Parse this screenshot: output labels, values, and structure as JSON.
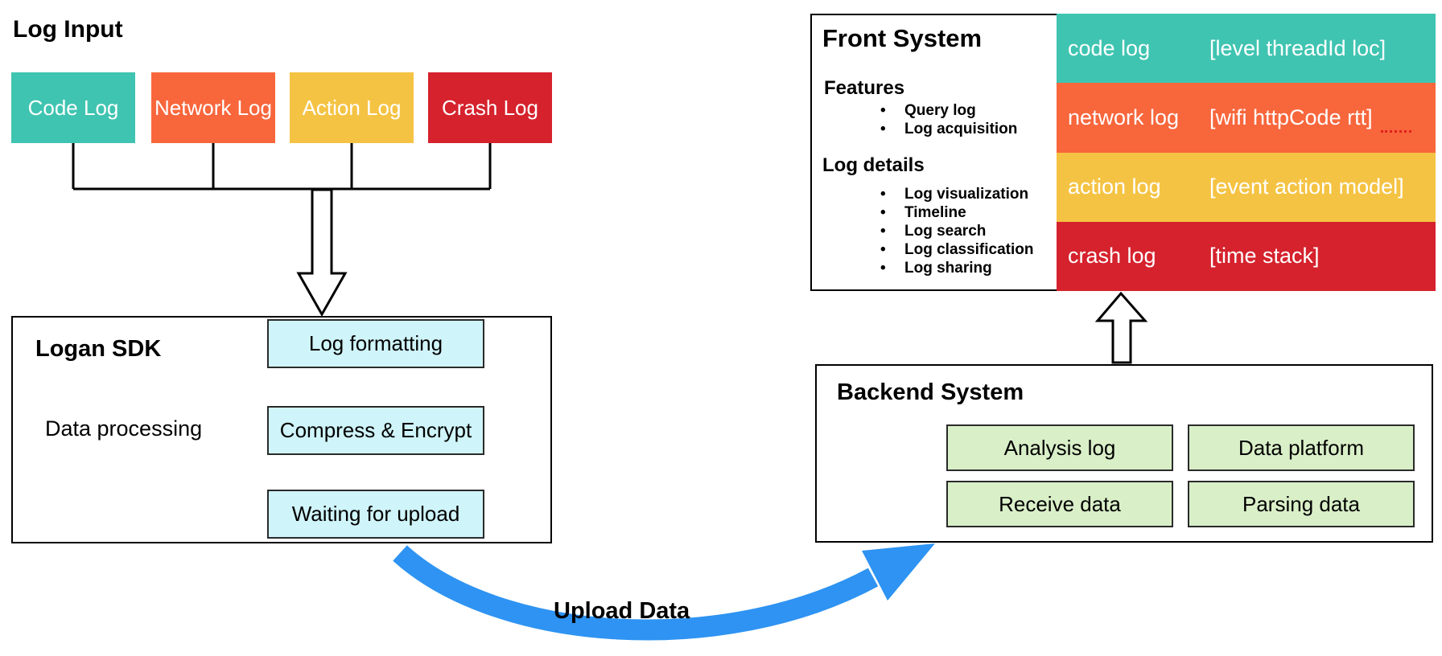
{
  "log_input": {
    "title": "Log Input",
    "boxes": [
      {
        "label": "Code Log",
        "color": "#3FC4B1"
      },
      {
        "label": "Network Log",
        "color": "#F8663C"
      },
      {
        "label": "Action Log",
        "color": "#F5C343"
      },
      {
        "label": "Crash Log",
        "color": "#D5222D"
      }
    ]
  },
  "logan_sdk": {
    "title": "Logan SDK",
    "side_label": "Data processing",
    "steps": [
      "Log formatting",
      "Compress & Encrypt",
      "Waiting for upload"
    ],
    "step_bg": "#CFF4F9"
  },
  "front_system": {
    "title": "Front System",
    "sections": [
      {
        "heading": "Features",
        "items": [
          "Query log",
          "Log acquisition"
        ]
      },
      {
        "heading": "Log details",
        "items": [
          "Log visualization",
          "Timeline",
          "Log search",
          "Log classification",
          "Log sharing"
        ]
      }
    ],
    "bars": [
      {
        "label": "code log",
        "detail": "[level threadId loc]",
        "color": "#3FC4B1"
      },
      {
        "label": "network log",
        "detail": "[wifi httpCode rtt]",
        "color": "#F8663C"
      },
      {
        "label": "action log",
        "detail": "[event action model]",
        "color": "#F5C343"
      },
      {
        "label": "crash log",
        "detail": "[time stack]",
        "color": "#D5222D"
      }
    ]
  },
  "backend_system": {
    "title": "Backend System",
    "boxes": [
      "Analysis log",
      "Data platform",
      "Receive data",
      "Parsing data"
    ],
    "box_bg": "#D9EFC8"
  },
  "upload": {
    "label": "Upload Data",
    "arrow_color": "#2E93F2",
    "line_color": "#000000"
  }
}
